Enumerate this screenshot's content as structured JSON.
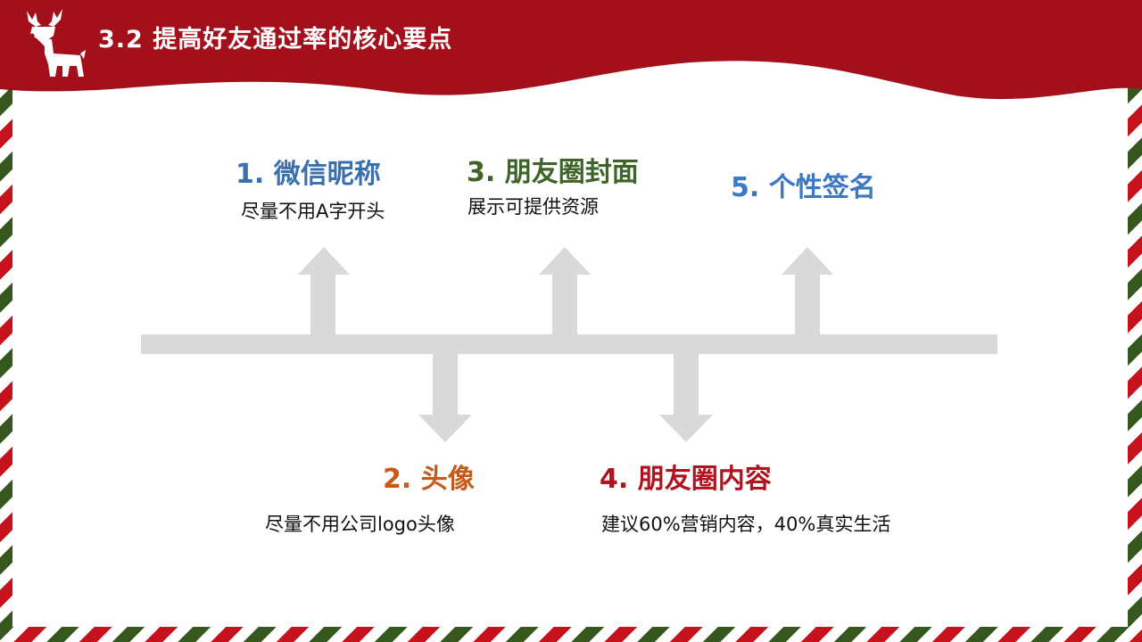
{
  "header": {
    "title": "3.2 提高好友通过率的核心要点",
    "bg_color": "#a3101b"
  },
  "items": [
    {
      "title": "1. 微信昵称",
      "desc": "尽量不用A字开头",
      "color": "#3a6fb0"
    },
    {
      "title": "2. 头像",
      "desc": "尽量不用公司logo头像",
      "color": "#c55a1a"
    },
    {
      "title": "3. 朋友圈封面",
      "desc": "展示可提供资源",
      "color": "#3e6428"
    },
    {
      "title": "4. 朋友圈内容",
      "desc": "建议60%营销内容，40%真实生活",
      "color": "#b0121e"
    },
    {
      "title": "5. 个性签名",
      "color": "#3d78c2"
    }
  ],
  "colors": {
    "arrow": "#d9d9d9",
    "stripe_red": "#c5121c",
    "stripe_green": "#36581f"
  },
  "icons": {
    "logo": "reindeer-icon"
  }
}
